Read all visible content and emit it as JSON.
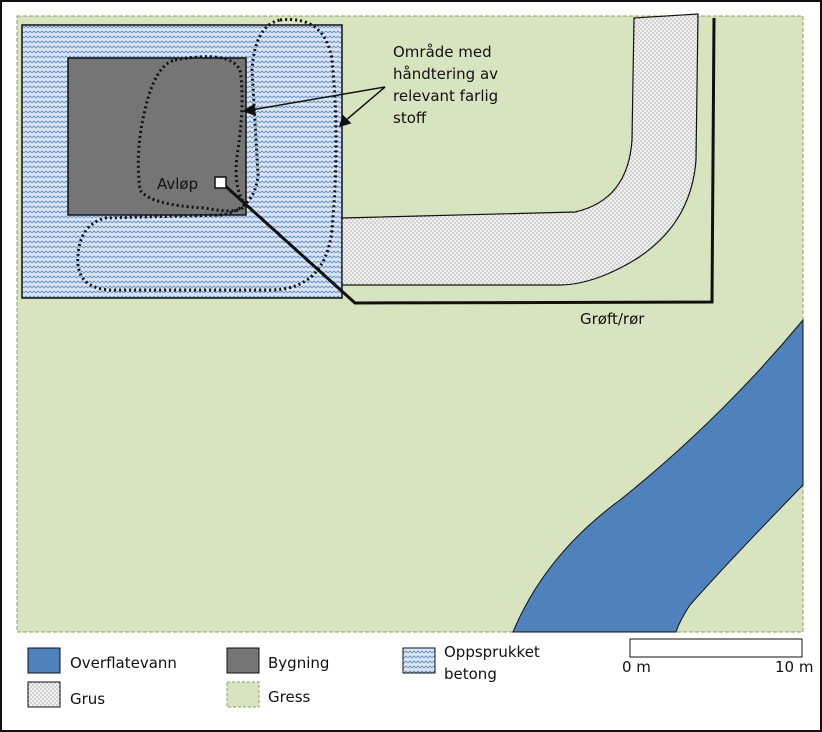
{
  "labels": {
    "hazard_area": [
      "Område med",
      "håndtering av",
      "relevant farlig",
      "stoff"
    ],
    "drain": "Avløp",
    "ditch": "Grøft/rør"
  },
  "legend": {
    "items": [
      {
        "label": "Overflatevann",
        "pattern": "water"
      },
      {
        "label": "Bygning",
        "pattern": "building"
      },
      {
        "label": "Oppsprukket betong",
        "pattern": "concrete"
      },
      {
        "label": "Grus",
        "pattern": "gravel"
      },
      {
        "label": "Gress",
        "pattern": "grass"
      }
    ]
  },
  "scale": {
    "start": "0 m",
    "end": "10 m"
  },
  "colors": {
    "grass": "#d8e4bf",
    "water": "#4f81bd",
    "building": "#757575",
    "concrete": "#dbe5f1",
    "concrete_wave": "#5b8cc7",
    "gravel": "#f0f0f0",
    "gravel_dot": "#888888",
    "outline": "#111111"
  }
}
